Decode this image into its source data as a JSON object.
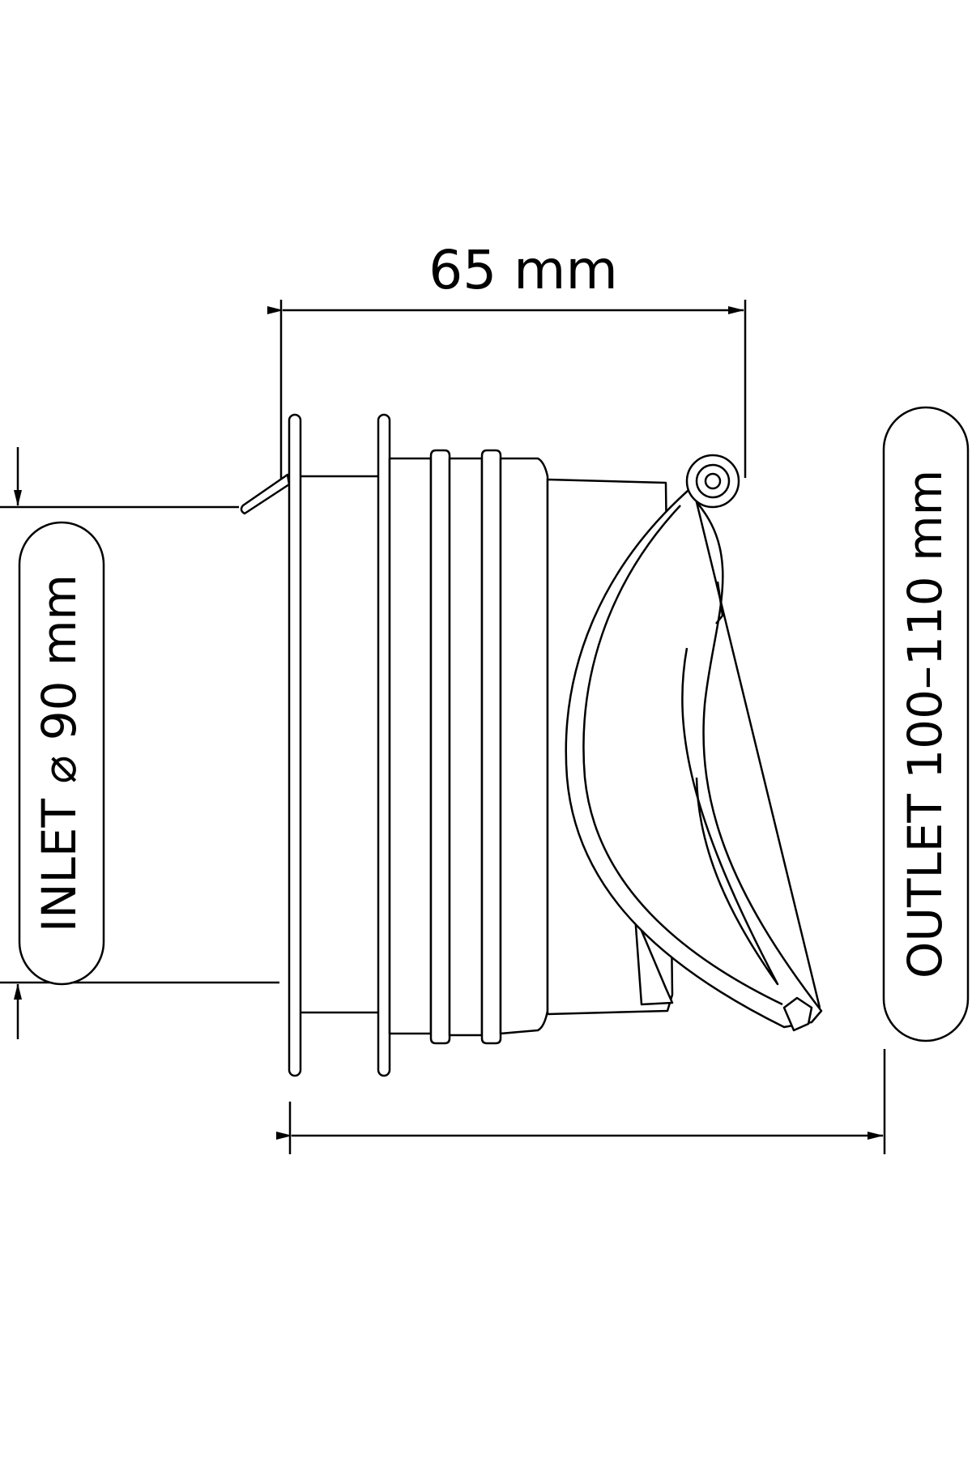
{
  "dimensions": {
    "length": "65 mm",
    "inlet": "INLET ⌀ 90 mm",
    "outlet": "OUTLET 100–110 mm"
  }
}
